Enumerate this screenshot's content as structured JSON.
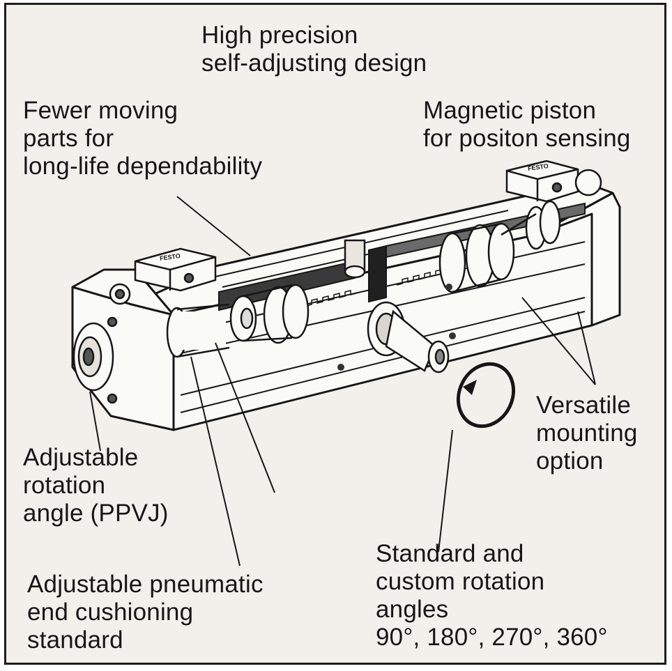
{
  "labels": {
    "high_precision": [
      "High precision",
      "self-adjusting design"
    ],
    "fewer_parts": [
      "Fewer moving",
      "parts for",
      "long-life dependability"
    ],
    "magnetic": [
      "Magnetic piston",
      "for positon sensing"
    ],
    "versatile": [
      "Versatile",
      "mounting",
      "option"
    ],
    "adjustable_angle": [
      "Adjustable",
      "rotation",
      "angle (PPVJ)"
    ],
    "cushioning": [
      "Adjustable pneumatic",
      "end cushioning",
      "standard"
    ],
    "angles": [
      "Standard and",
      "custom rotation",
      "angles",
      "90°, 180°, 270°, 360°"
    ]
  },
  "brand_marks": [
    "FESTO",
    "FESTO"
  ],
  "colors": {
    "ink": "#161616",
    "paper": "#f2f0ea",
    "dark_fill": "#3a3a3a"
  }
}
